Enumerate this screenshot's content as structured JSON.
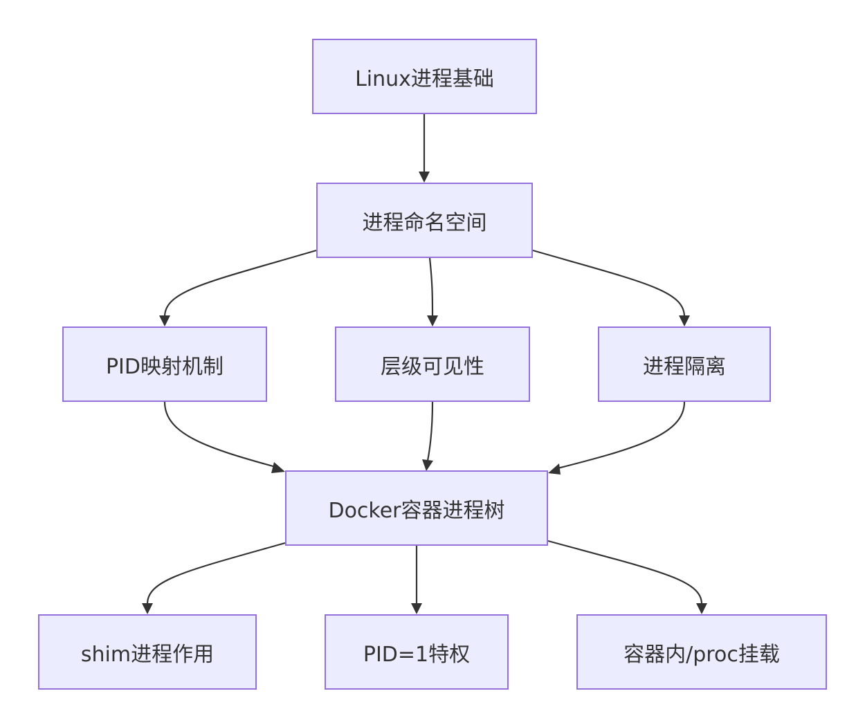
{
  "nodes": {
    "linux": "Linux进程基础",
    "ns": "进程命名空间",
    "pid_map": "PID映射机制",
    "hier": "层级可见性",
    "iso": "进程隔离",
    "docker": "Docker容器进程树",
    "shim": "shim进程作用",
    "pid1": "PID=1特权",
    "proc": "容器内/proc挂载"
  },
  "edges": [
    [
      "linux",
      "ns"
    ],
    [
      "ns",
      "pid_map"
    ],
    [
      "ns",
      "hier"
    ],
    [
      "ns",
      "iso"
    ],
    [
      "pid_map",
      "docker"
    ],
    [
      "hier",
      "docker"
    ],
    [
      "iso",
      "docker"
    ],
    [
      "docker",
      "shim"
    ],
    [
      "docker",
      "pid1"
    ],
    [
      "docker",
      "proc"
    ]
  ],
  "colors": {
    "node_fill": "#ececff",
    "node_border": "#9370db",
    "edge": "#333333",
    "text": "#333333"
  }
}
